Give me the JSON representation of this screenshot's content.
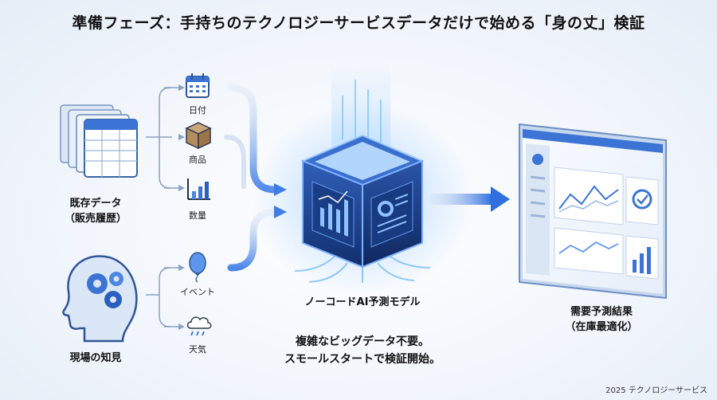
{
  "title": "準備フェーズ：手持ちのテクノロジーサービスデータだけで始める「身の丈」検証",
  "inputs": {
    "existing_data": {
      "line1": "既存データ",
      "line2": "（販売履歴）"
    },
    "field_knowledge": "現場の知見",
    "items": [
      {
        "label": "日付",
        "icon": "calendar-icon"
      },
      {
        "label": "商品",
        "icon": "box-icon"
      },
      {
        "label": "数量",
        "icon": "bar-chart-icon"
      },
      {
        "label": "イベント",
        "icon": "balloon-icon"
      },
      {
        "label": "天気",
        "icon": "rain-cloud-icon"
      }
    ]
  },
  "model": {
    "label": "ノーコードAI予測モデル"
  },
  "output": {
    "line1": "需要予測結果",
    "line2": "（在庫最適化）"
  },
  "note": {
    "line1": "複雑なビッグデータ不要。",
    "line2": "スモールスタートで検証開始。"
  },
  "footer": "2025 テクノロジーサービス",
  "colors": {
    "accent": "#2563eb",
    "cube_dark": "#1e3a8a",
    "glow": "#60a5fa",
    "line": "#9fb3cc"
  }
}
